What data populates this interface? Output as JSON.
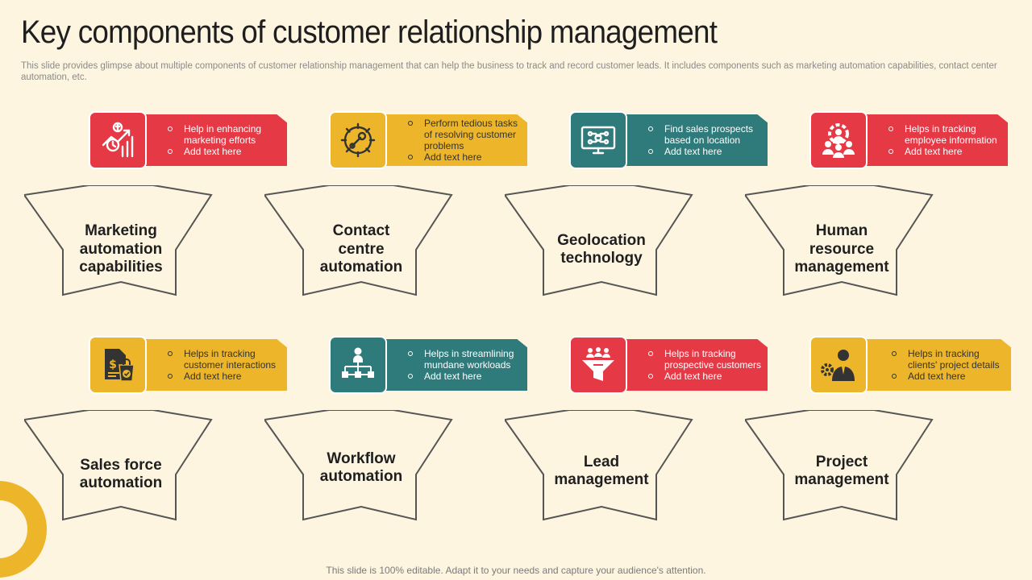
{
  "header": {
    "title": "Key components of customer relationship management",
    "subtitle": "This slide provides glimpse about multiple components of customer relationship management that can help the business to track and record customer leads. It includes components such as marketing automation capabilities, contact center automation, etc."
  },
  "colors": {
    "red": "#e63946",
    "yellow": "#ecb52a",
    "teal": "#2f7a7a",
    "background": "#fdf5e0"
  },
  "components": [
    {
      "title": "Marketing automation capabilities",
      "color": "red",
      "icon": "marketing-chart-icon",
      "bullets": [
        "Help in enhancing marketing efforts",
        "Add text here"
      ]
    },
    {
      "title": "Contact centre automation",
      "color": "yellow",
      "icon": "gear-wrench-icon",
      "bullets": [
        "Perform tedious tasks of resolving customer problems",
        "Add text here"
      ]
    },
    {
      "title": "Geolocation technology",
      "color": "teal",
      "icon": "monitor-network-icon",
      "bullets": [
        "Find sales prospects based on location",
        "Add text here"
      ]
    },
    {
      "title": "Human resource management",
      "color": "red",
      "icon": "people-gear-icon",
      "bullets": [
        "Helps in tracking employee information",
        "Add text here"
      ]
    },
    {
      "title": "Sales force automation",
      "color": "yellow",
      "icon": "document-bag-icon",
      "bullets": [
        "Helps in tracking customer interactions",
        "Add text here"
      ]
    },
    {
      "title": "Workflow automation",
      "color": "teal",
      "icon": "workflow-icon",
      "bullets": [
        "Helps in streamlining mundane workloads",
        "Add text here"
      ]
    },
    {
      "title": "Lead management",
      "color": "red",
      "icon": "funnel-people-icon",
      "bullets": [
        "Helps in tracking prospective customers",
        "Add text here"
      ]
    },
    {
      "title": "Project management",
      "color": "yellow",
      "icon": "manager-gear-icon",
      "bullets": [
        "Helps in tracking clients' project details",
        "Add text here"
      ]
    }
  ],
  "footer": {
    "text": "This slide is 100% editable. Adapt it to your needs and capture your audience's attention."
  }
}
